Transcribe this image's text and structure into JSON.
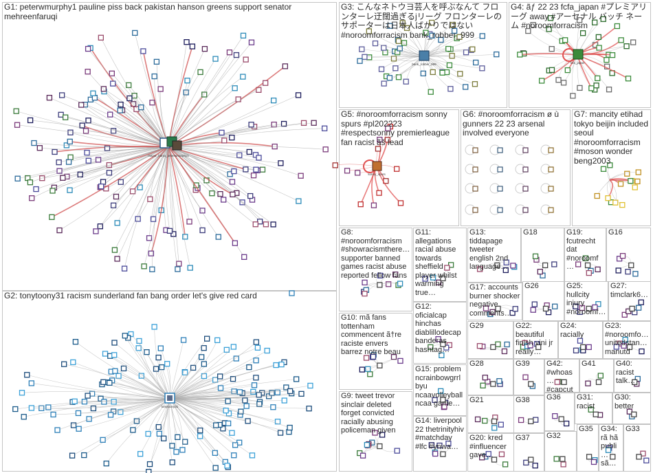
{
  "title": "",
  "groups": [
    {
      "id": "G1",
      "label": "G1: peterwmurphy1 pauline piss back pakistan hanson greens support senator mehreenfaruqi",
      "hub_label": "mayor_banjo_peterwmurphy1",
      "hub_color": "#2a5a8a",
      "edge_color": "#999999",
      "accent_edge_color": "#d05050"
    },
    {
      "id": "G2",
      "label": "G2: tonytoony31 racism sunderland fan bang order let's give red card",
      "hub_label": "tonytoony31",
      "hub_color": "#2c7fb8",
      "edge_color": "#aaaaaa"
    },
    {
      "id": "G3",
      "label": "G3: こんなネトウヨ芸人を呼ぶなんて フロンターレ迂闊過ぎるjリーグ フロンターレのサポーターは日本人ばかりではない #noroomforracism bank_robber_999",
      "hub_label": "bank_robber_999",
      "hub_color": "#4a7fa8",
      "edge_color": "#aaaaaa"
    },
    {
      "id": "G4",
      "label": "G4: ãƒ 22 23 fcfa_japan #プレミアリーグ away #アーセナル バッチ ネーム #noroomforracism",
      "hub_label": "fcfa_japan",
      "hub_color": "#3a8a3a",
      "edge_color": "#e05050"
    },
    {
      "id": "G5",
      "label": "G5: #noroomforracism sonny spurs #pl202223 #respectsonny premierleague fan racist ãš lead",
      "hub_label": "sonny_spurs",
      "hub_color": "#c03030",
      "edge_color": "#e06060"
    },
    {
      "id": "G6",
      "label": "G6: #noroomforracism ø ù gunners 22 23 arsenal involved everyone",
      "hub_color": "#cccccc"
    },
    {
      "id": "G7",
      "label": "G7: mancity etihad tokyo beijin included seoul #noroomforracism #moson wonder beng2003",
      "hub_color": "#e0c030",
      "edge_color": "#e05050"
    },
    {
      "id": "G8",
      "label": "G8: #noroomforracism #showracismthere… supporter banned games racist abuse reported fellow fans"
    },
    {
      "id": "G9",
      "label": "G9: tweet trevor sinclair deleted forget convicted racially abusing policeman given"
    },
    {
      "id": "G10",
      "label": "G10: mã fans tottenham commencent ã†re raciste envers barrez notre beau"
    },
    {
      "id": "G11",
      "label": "G11: allegations racial abuse towards sheffield player whilst warming true…"
    },
    {
      "id": "G12",
      "label": "G12: oficialcap hinchas diablillodecap banderas hashtag…"
    },
    {
      "id": "G13",
      "label": "G13: tiddapage tweeter english 2nd language…"
    },
    {
      "id": "G14",
      "label": "G14: liverpool 22 thetrinityhiv #matchday #lfc #ynwa…"
    },
    {
      "id": "G15",
      "label": "G15: problem ncrainbowgrrl byu ncaavolleyball ncaa game…"
    },
    {
      "id": "G16",
      "label": "G16"
    },
    {
      "id": "G17",
      "label": "G17: accounts burner shocker negative comments…"
    },
    {
      "id": "G18",
      "label": "G18"
    },
    {
      "id": "G19",
      "label": "G19: fcutrecht dat #noroomf…"
    },
    {
      "id": "G20",
      "label": "G20: kred #influencer gave…"
    },
    {
      "id": "G21",
      "label": "G21"
    },
    {
      "id": "G22",
      "label": "G22: beautiful finish vini jr really…"
    },
    {
      "id": "G23",
      "label": "G23: #noroomfo… unitedstan… manutd"
    },
    {
      "id": "G24",
      "label": "G24: racially"
    },
    {
      "id": "G25",
      "label": "G25: hullcity injury #noroomf…"
    },
    {
      "id": "G26",
      "label": "G26"
    },
    {
      "id": "G27",
      "label": "G27: timclark6…"
    },
    {
      "id": "G28",
      "label": "G28"
    },
    {
      "id": "G29",
      "label": "G29"
    },
    {
      "id": "G30",
      "label": "G30: better"
    },
    {
      "id": "G31",
      "label": "G31: racist"
    },
    {
      "id": "G32",
      "label": "G32"
    },
    {
      "id": "G33",
      "label": "G33"
    },
    {
      "id": "G34",
      "label": "G34: rã hã publi… sã…"
    },
    {
      "id": "G35",
      "label": "G35"
    },
    {
      "id": "G36",
      "label": "G36"
    },
    {
      "id": "G37",
      "label": "G37"
    },
    {
      "id": "G38",
      "label": "G38"
    },
    {
      "id": "G39",
      "label": "G39"
    },
    {
      "id": "G40",
      "label": "G40: racist talk…"
    },
    {
      "id": "G41",
      "label": "G41"
    },
    {
      "id": "G42",
      "label": "G42: #whoas… #capcut…"
    }
  ]
}
